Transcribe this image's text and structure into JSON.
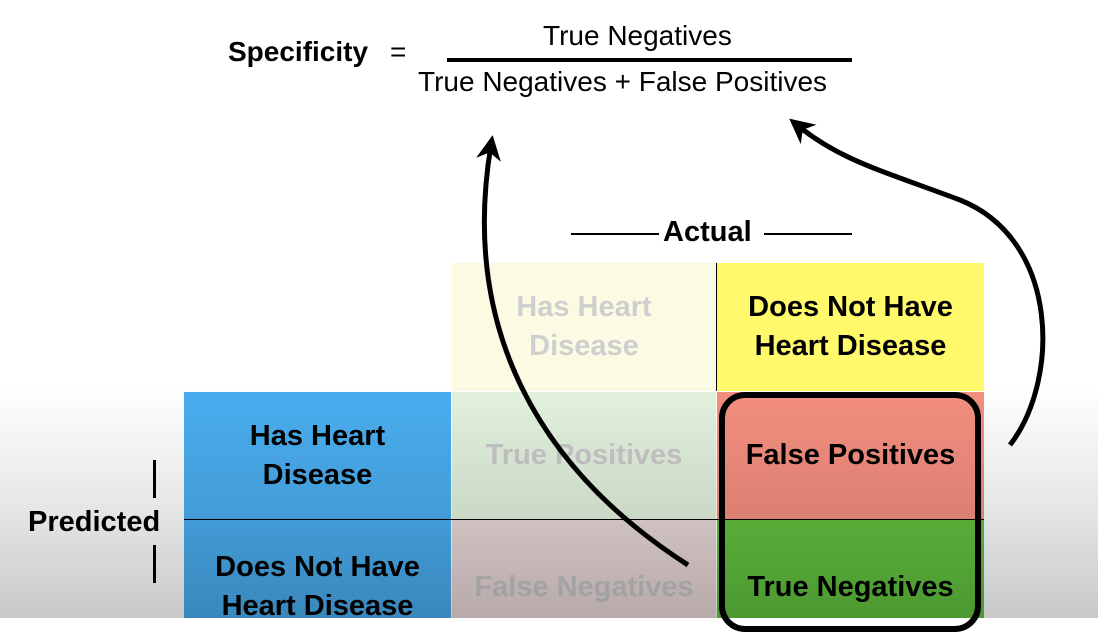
{
  "formula": {
    "lhs_label": "Specificity",
    "equals": "=",
    "numerator": "True Negatives",
    "denominator": "True Negatives + False Positives"
  },
  "matrix": {
    "actual_label": "Actual",
    "predicted_label": "Predicted",
    "column_headers": [
      "Has Heart\nDisease",
      "Does Not Have\nHeart Disease"
    ],
    "row_headers": [
      "Has Heart\nDisease",
      "Does Not Have\nHeart Disease"
    ],
    "cells": {
      "true_positives": "True Positives",
      "false_positives": "False Positives",
      "false_negatives": "False Negatives",
      "true_negatives": "True Negatives"
    }
  },
  "colors": {
    "column_header_dim": "#fbfbe4",
    "column_header_active": "#fff96b",
    "row_header": "#4aaef0",
    "true_positives_dim": "#e2f2dd",
    "false_positives": "#f58f80",
    "false_negatives_dim": "#ead9d9",
    "true_negatives": "#62c33f",
    "highlight_border": "#000000"
  }
}
